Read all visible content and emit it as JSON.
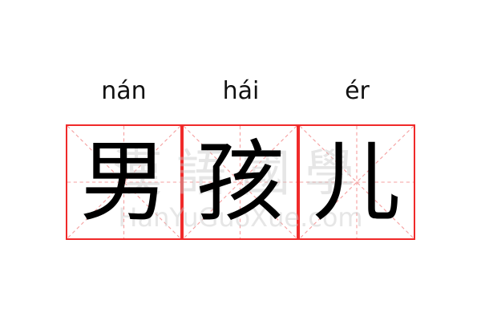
{
  "word": [
    {
      "pinyin": "nán",
      "char": "男"
    },
    {
      "pinyin": "hái",
      "char": "孩"
    },
    {
      "pinyin": "ér",
      "char": "儿"
    }
  ],
  "watermark": {
    "cn": "漢語國學",
    "en": "HanYuGuoXue.com"
  },
  "colors": {
    "grid_border": "#f02a2a",
    "grid_guides": "#f5a0a0",
    "text": "#000000"
  }
}
